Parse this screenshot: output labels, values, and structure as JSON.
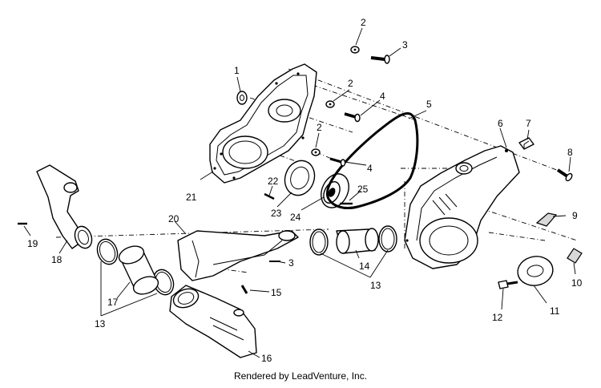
{
  "callouts": [
    "1",
    "2",
    "2",
    "2",
    "3",
    "3",
    "4",
    "4",
    "5",
    "6",
    "7",
    "8",
    "9",
    "10",
    "11",
    "12",
    "13",
    "13",
    "14",
    "15",
    "16",
    "17",
    "18",
    "19",
    "20",
    "21",
    "22",
    "23",
    "24",
    "25"
  ],
  "credit": "Rendered by LeadVenture, Inc."
}
